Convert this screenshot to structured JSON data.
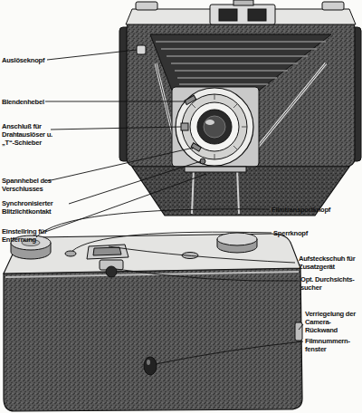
{
  "diagram": {
    "labels": [
      "Auslöseknopf",
      "Blendenhebel",
      "Anschluß für Drahtauslöser u. „T“-Schieber",
      "Spannhebel des Verschlusses",
      "Synchronisierter Blitzlichtkontakt",
      "Einstellring für Entfernung",
      "Filmtransportknopf",
      "Sperrknopf",
      "Aufsteckschuh für Zusatzgerät",
      "Opt. Durchsichts- sucher",
      "Verriegelung der Camera- Rückwand",
      "Filmnummern- fenster"
    ]
  }
}
